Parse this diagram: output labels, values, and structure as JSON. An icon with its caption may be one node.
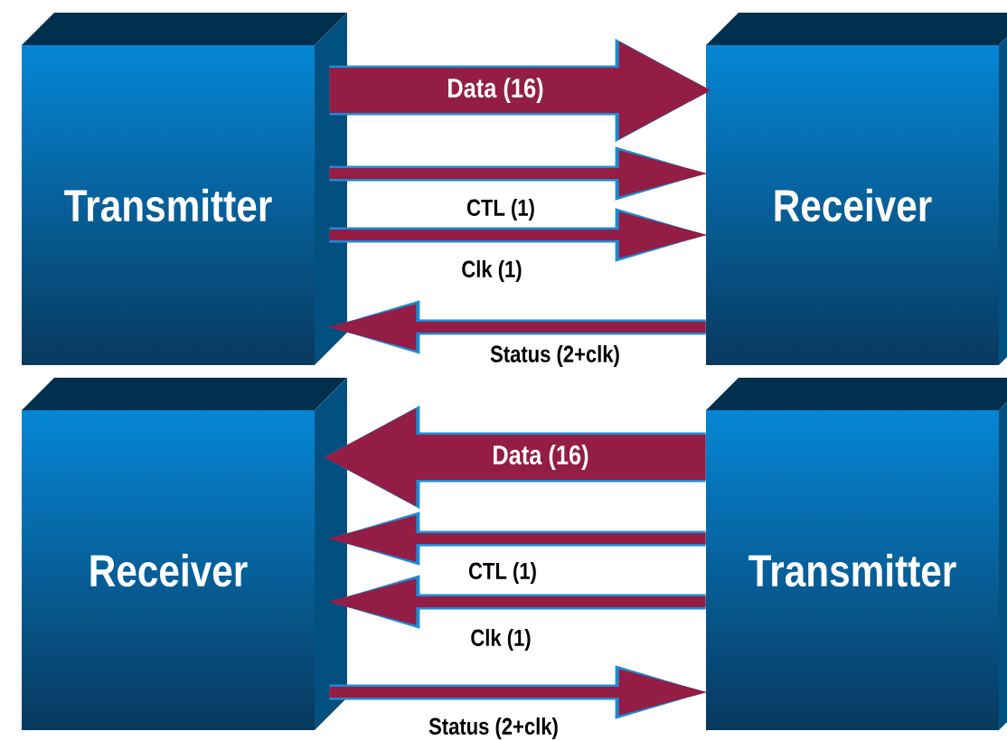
{
  "diagram": {
    "nodes": [
      {
        "text": [
          "Transmitter"
        ]
      },
      {
        "text": [
          "Receiver"
        ]
      },
      {
        "text": [
          "Receiver"
        ]
      },
      {
        "text": [
          "Transmitter"
        ]
      }
    ],
    "edges": [
      {
        "from": 0,
        "to": 1,
        "arrow": "to",
        "label": "Data (16)",
        "style": "thick"
      },
      {
        "from": 0,
        "to": 1,
        "arrow": "to",
        "label": "CTL (1)"
      },
      {
        "from": 0,
        "to": 1,
        "arrow": "to",
        "label": "Clk (1)"
      },
      {
        "from": 1,
        "to": 0,
        "arrow": "to",
        "label": "Status (2+clk)"
      },
      {
        "from": 3,
        "to": 2,
        "arrow": "to",
        "label": "Data (16)",
        "style": "thick"
      },
      {
        "from": 3,
        "to": 2,
        "arrow": "to",
        "label": "CTL (1)"
      },
      {
        "from": 3,
        "to": 2,
        "arrow": "to",
        "label": "Clk (1)"
      },
      {
        "from": 2,
        "to": 3,
        "arrow": "to",
        "label": "Status (2+clk)"
      }
    ]
  }
}
